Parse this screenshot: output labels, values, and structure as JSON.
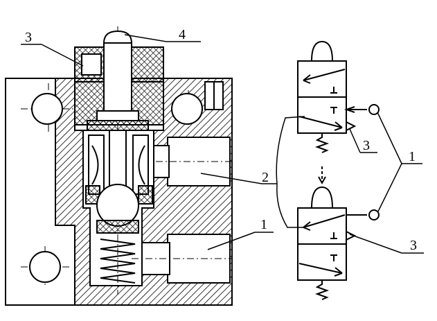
{
  "diagram": {
    "callouts": {
      "left_top_3": "3",
      "left_top_4": "4",
      "left_mid_2": "2",
      "left_low_1": "1",
      "sym_top_3": "3",
      "sym_right_1": "1",
      "sym_bottom_3": "3"
    },
    "colors": {
      "ink": "#000000",
      "paper": "#ffffff"
    }
  }
}
